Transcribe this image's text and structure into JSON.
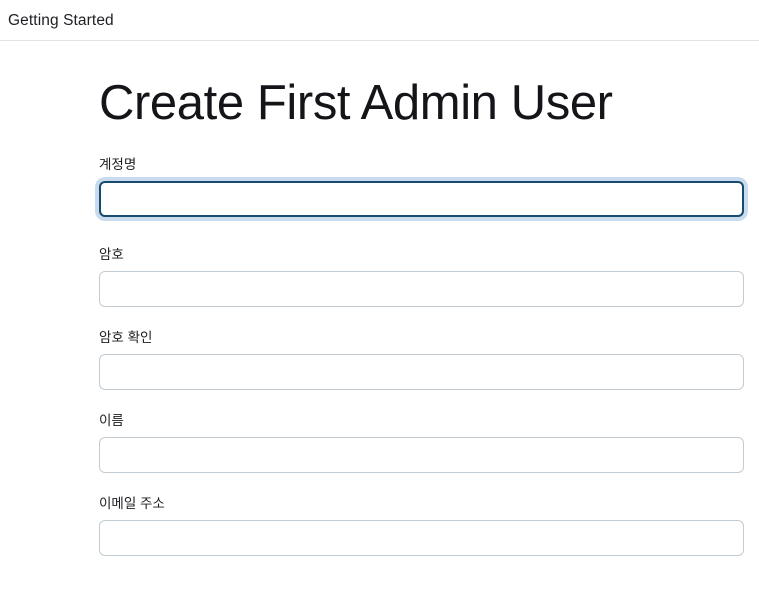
{
  "topbar": {
    "title": "Getting Started"
  },
  "main": {
    "page_title": "Create First Admin User",
    "fields": [
      {
        "label": "계정명",
        "value": "",
        "placeholder": "",
        "name": "account-name",
        "focused": true
      },
      {
        "label": "암호",
        "value": "",
        "placeholder": "",
        "name": "password",
        "focused": false
      },
      {
        "label": "암호 확인",
        "value": "",
        "placeholder": "",
        "name": "password-confirm",
        "focused": false
      },
      {
        "label": "이름",
        "value": "",
        "placeholder": "",
        "name": "full-name",
        "focused": false
      },
      {
        "label": "이메일 주소",
        "value": "",
        "placeholder": "",
        "name": "email-address",
        "focused": false
      }
    ]
  },
  "colors": {
    "focus_border": "#174a70",
    "focus_ring": "#c9dced",
    "input_border": "#c3ccd3",
    "divider": "#e3e3e3",
    "text": "#1b1b1b",
    "background": "#ffffff"
  }
}
